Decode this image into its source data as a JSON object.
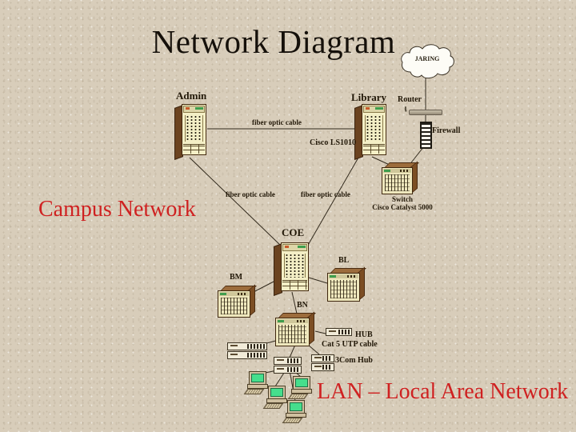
{
  "title": "Network Diagram",
  "annotations": {
    "campus": "Campus Network",
    "lan": "LAN – Local Area Network"
  },
  "cloud": {
    "label": "JARING"
  },
  "nodes": {
    "admin": "Admin",
    "library": "Library",
    "router": "Router",
    "firewall": "Firewall",
    "catalyst_line1": "Switch",
    "catalyst_line2": "Cisco Catalyst 5000",
    "coe": "COE",
    "bm": "BM",
    "bl": "BL",
    "bn": "BN",
    "hub": "HUB",
    "threecom_hub": "3Com Hub"
  },
  "cables": {
    "fiber_top": "fiber optic cable",
    "fiber_left": "fiber optic cable",
    "fiber_right": "fiber optic cable",
    "cisco_ls1010": "Cisco LS1010",
    "cat5": "Cat 5 UTP cable"
  },
  "colors": {
    "background": "#d8cdba",
    "title_text": "#15100a",
    "accent_red": "#cf2121",
    "device_front": "#f4efc6",
    "device_side": "#6b4320",
    "screen_green": "#45de8c",
    "line": "#322a1d"
  }
}
